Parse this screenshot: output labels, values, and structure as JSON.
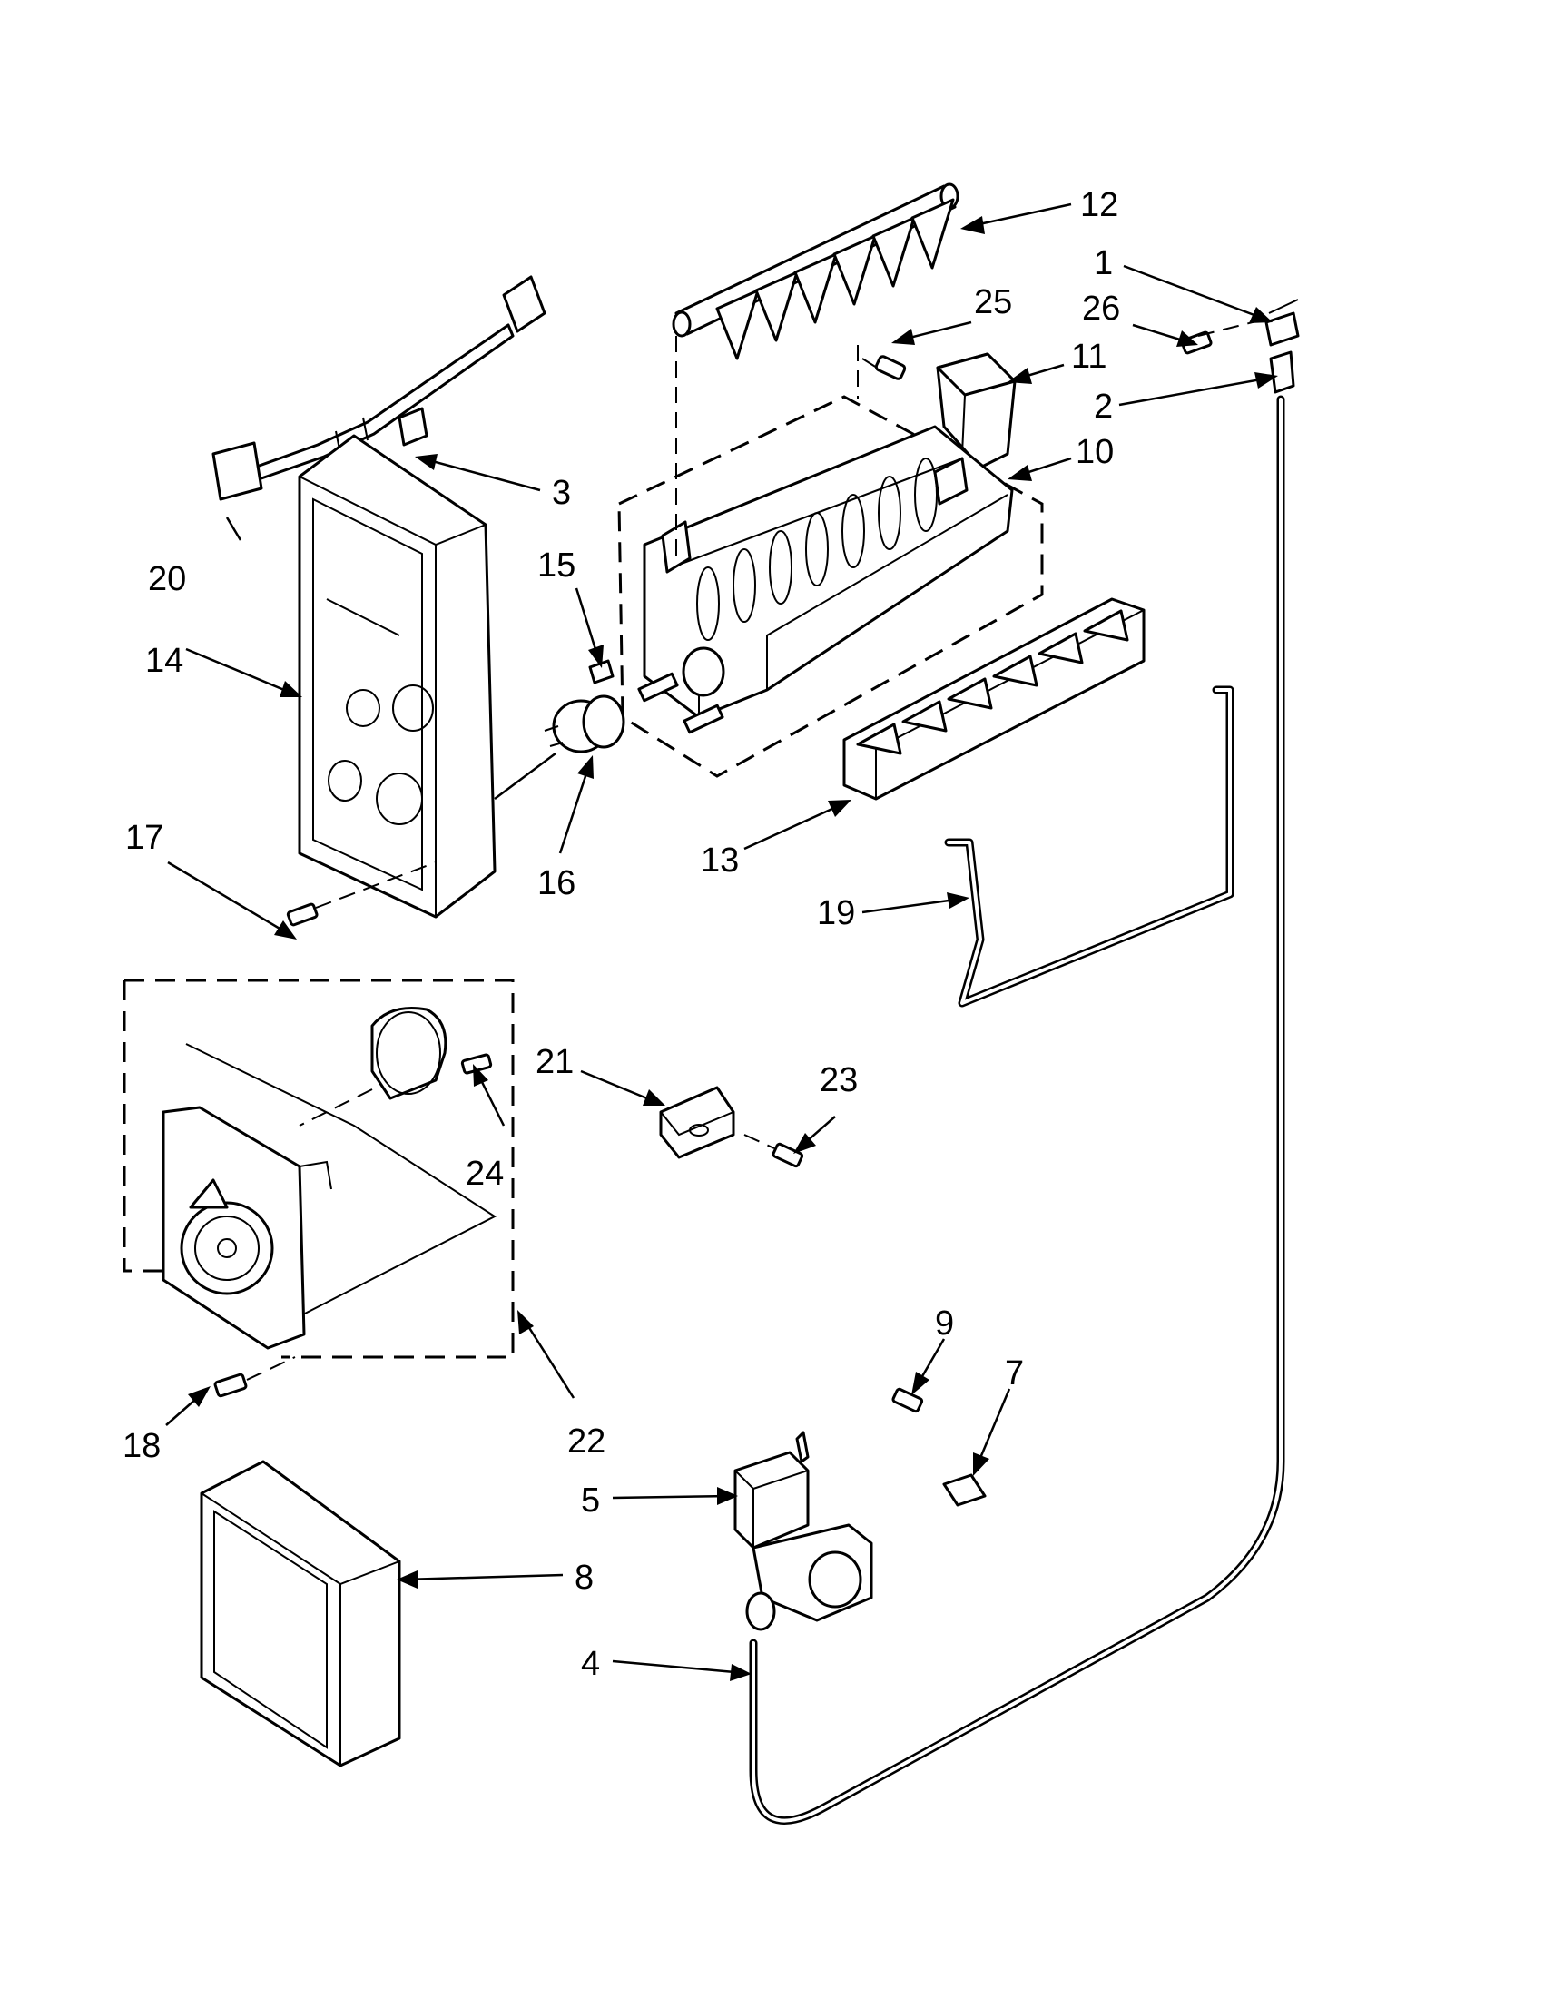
{
  "callouts": {
    "c1": "1",
    "c2": "2",
    "c3": "3",
    "c4": "4",
    "c5": "5",
    "c7": "7",
    "c8": "8",
    "c9": "9",
    "c10": "10",
    "c11": "11",
    "c12": "12",
    "c13": "13",
    "c14": "14",
    "c15": "15",
    "c16": "16",
    "c17": "17",
    "c18": "18",
    "c19": "19",
    "c20": "20",
    "c21": "21",
    "c22": "22",
    "c23": "23",
    "c24": "24",
    "c25": "25",
    "c26": "26"
  }
}
